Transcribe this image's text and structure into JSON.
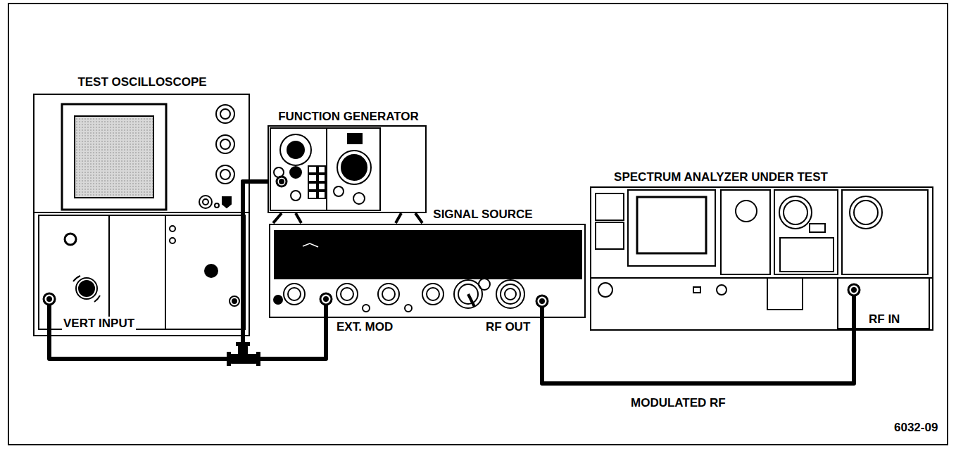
{
  "diagram": {
    "nodes": [
      {
        "text": [
          "TEST OSCILLOSCOPE"
        ]
      },
      {
        "text": [
          "FUNCTION GENERATOR"
        ]
      },
      {
        "text": [
          "SIGNAL SOURCE"
        ]
      },
      {
        "text": [
          "SPECTRUM ANALYZER UNDER TEST"
        ]
      }
    ],
    "edges": [
      {
        "from": 1,
        "to": 0,
        "arrow": "none"
      },
      {
        "from": 1,
        "to": 2,
        "arrow": "none"
      },
      {
        "from": 2,
        "to": 3,
        "label": "MODULATED RF",
        "arrow": "none"
      }
    ],
    "labels": [
      "VERT INPUT",
      "EXT. MOD",
      "RF OUT",
      "RF IN",
      "6032-09"
    ]
  }
}
